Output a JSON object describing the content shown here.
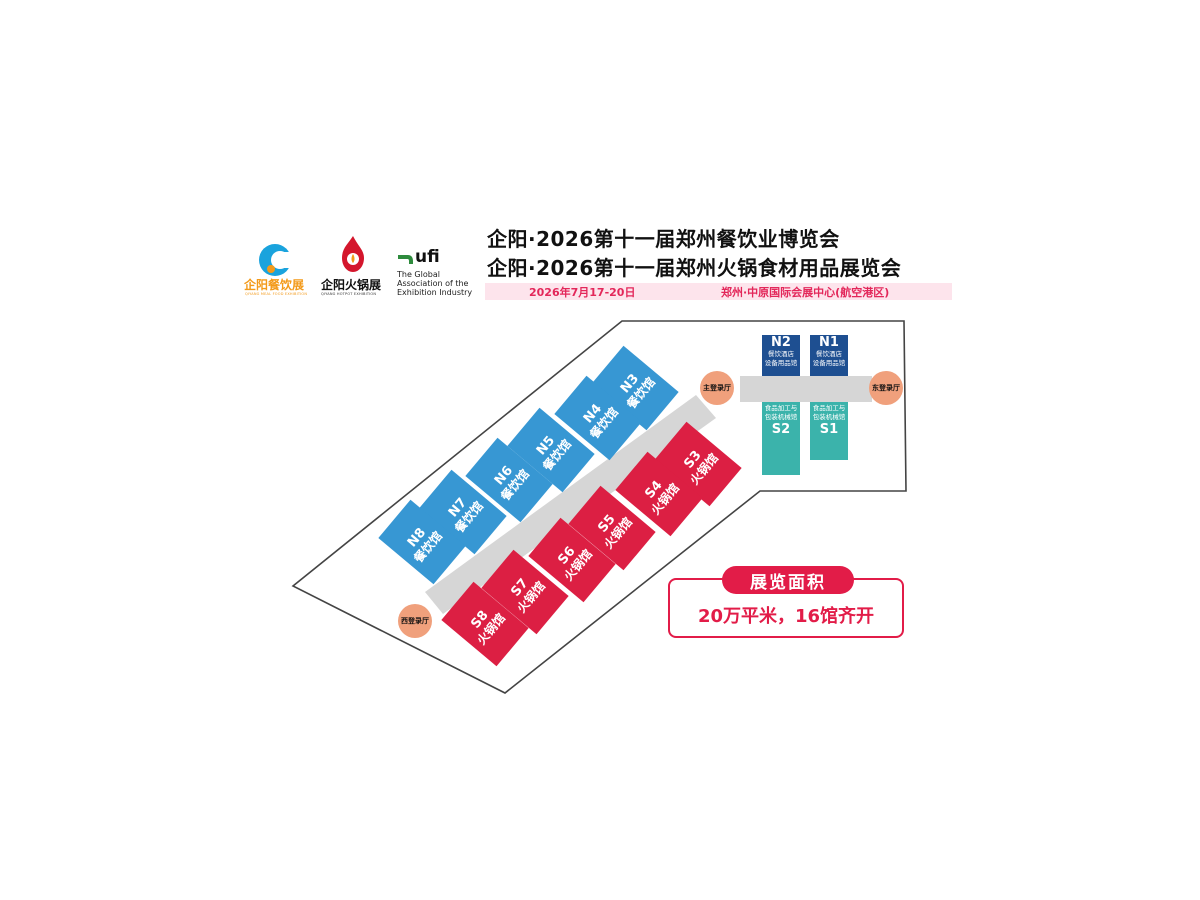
{
  "header": {
    "logo_food": {
      "name": "企阳餐饮展",
      "sub": "QIYANG MEAL FOOD EXHIBITION"
    },
    "logo_hotpot": {
      "name": "企阳火锅展",
      "sub": "QIYANG HOTPOT EXHIBITION"
    },
    "logo_ufi": {
      "name": "ufi",
      "lines": [
        "The Global",
        "Association of the",
        "Exhibition Industry"
      ]
    },
    "title_line1": "企阳·2026第十一届郑州餐饮业博览会",
    "title_line2": "企阳·2026第十一届郑州火锅食材用品展览会",
    "date": "2026年7月17-20日",
    "venue": "郑州·中原国际会展中心(航空港区)"
  },
  "map": {
    "north_halls": [
      {
        "code": "N3",
        "label": "餐饮馆"
      },
      {
        "code": "N4",
        "label": "餐饮馆"
      },
      {
        "code": "N5",
        "label": "餐饮馆"
      },
      {
        "code": "N6",
        "label": "餐饮馆"
      },
      {
        "code": "N7",
        "label": "餐饮馆"
      },
      {
        "code": "N8",
        "label": "餐饮馆"
      }
    ],
    "south_halls": [
      {
        "code": "S3",
        "label": "火锅馆"
      },
      {
        "code": "S4",
        "label": "火锅馆"
      },
      {
        "code": "S5",
        "label": "火锅馆"
      },
      {
        "code": "S6",
        "label": "火锅馆"
      },
      {
        "code": "S7",
        "label": "火锅馆"
      },
      {
        "code": "S8",
        "label": "火锅馆"
      }
    ],
    "east_halls": [
      {
        "code": "N2",
        "lines": [
          "餐饮酒店",
          "设备用品馆"
        ]
      },
      {
        "code": "N1",
        "lines": [
          "餐饮酒店",
          "设备用品馆"
        ]
      },
      {
        "code": "S2",
        "lines": [
          "食品加工与",
          "包装机械馆"
        ]
      },
      {
        "code": "S1",
        "lines": [
          "食品加工与",
          "包装机械馆"
        ]
      }
    ],
    "lobbies": {
      "main": "主登录厅",
      "east": "东登录厅",
      "west": "西登录厅"
    },
    "colors": {
      "food_hall": "#3797d3",
      "hotpot_hall": "#dc1f43",
      "equipment_hall": "#1e4f91",
      "processing_hall": "#3bb3ab",
      "lobby": "#f0a07c",
      "corridor": "#d6d6d6",
      "accent": "#e21c48"
    },
    "area": {
      "title": "展览面积",
      "text": "20万平米，16馆齐开"
    }
  }
}
